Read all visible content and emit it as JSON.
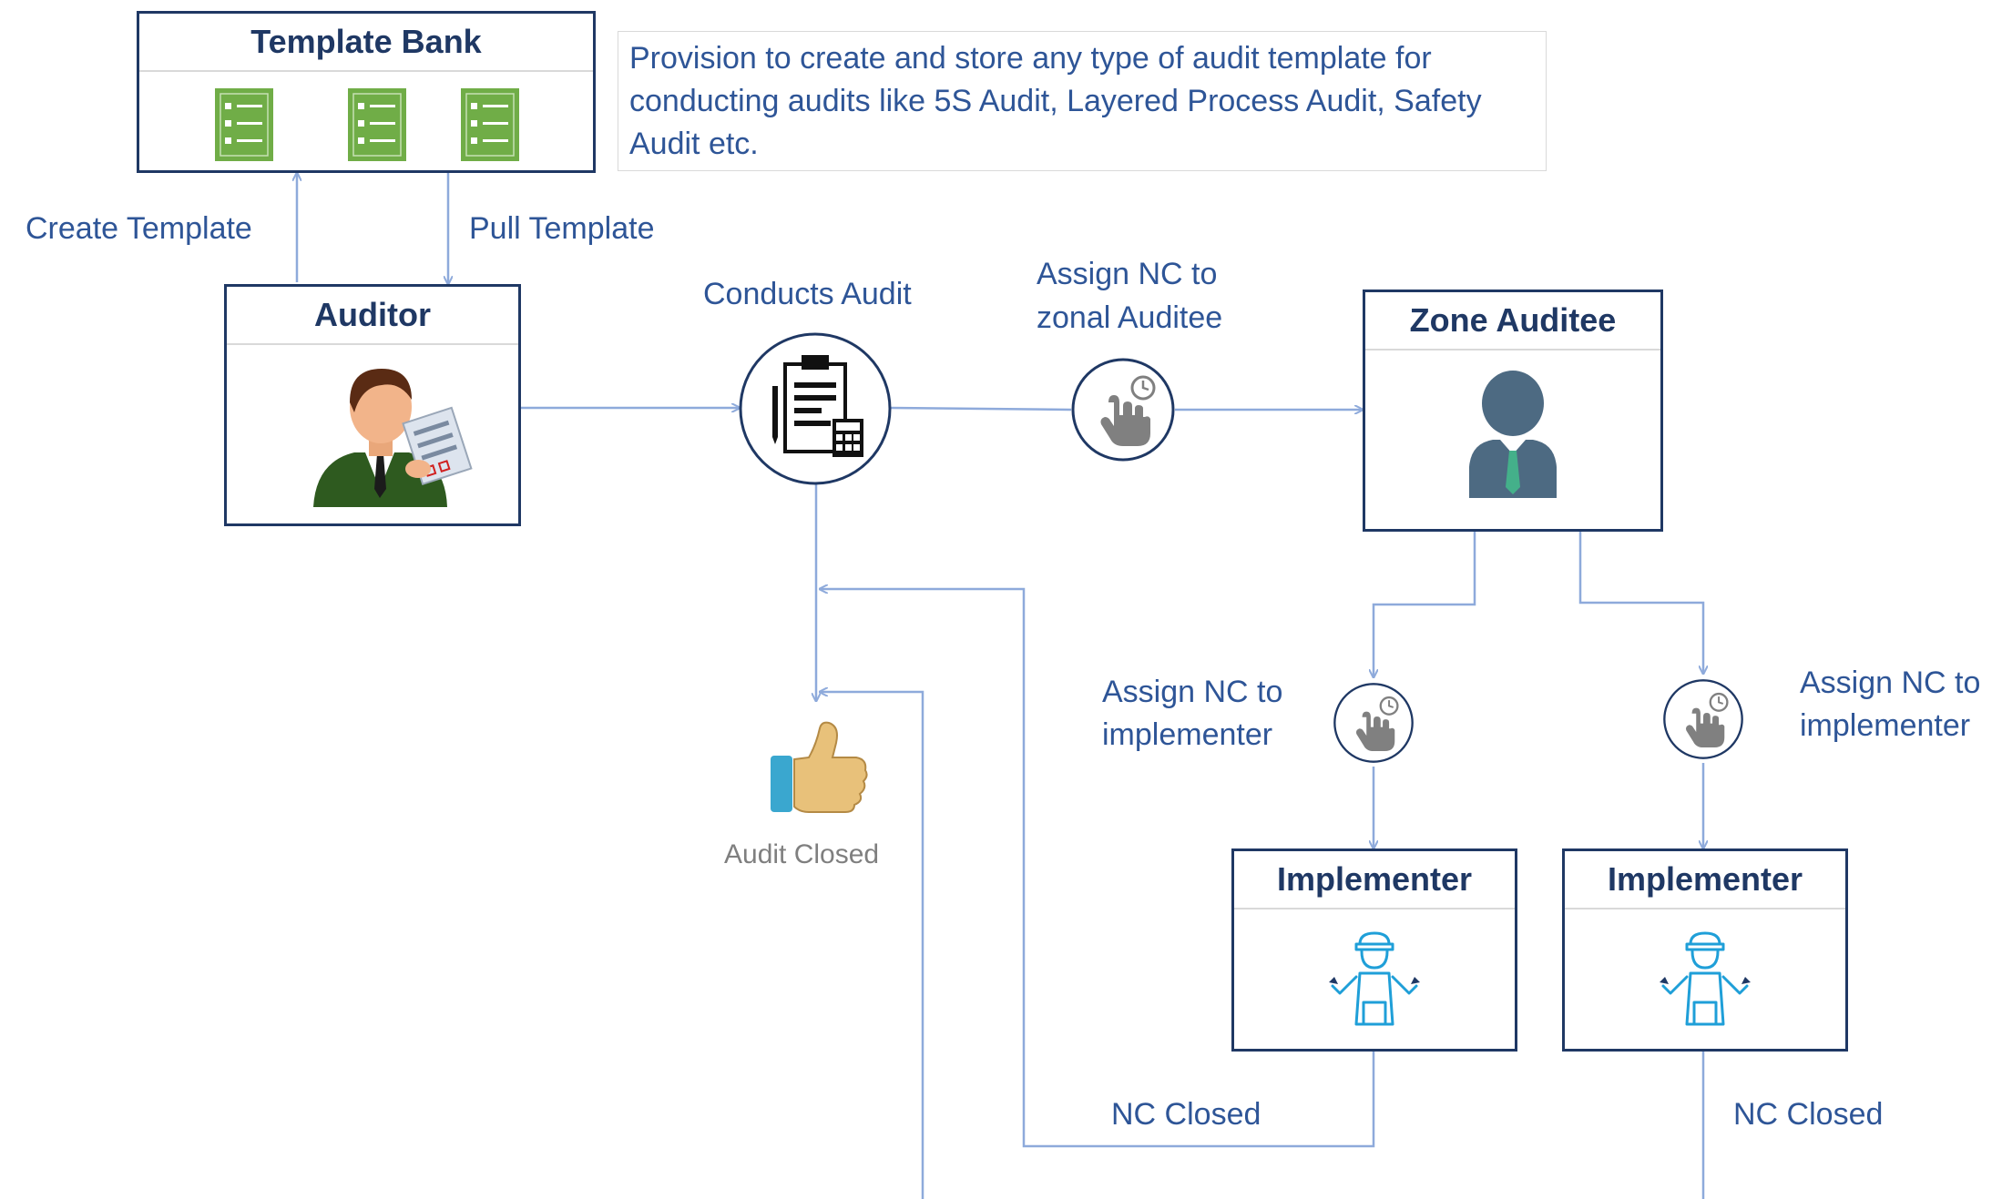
{
  "boxes": {
    "template_bank": "Template Bank",
    "auditor": "Auditor",
    "zone_auditee": "Zone Auditee",
    "implementer_left": "Implementer",
    "implementer_right": "Implementer"
  },
  "note": "Provision to create and store any type of audit template for conducting  audits like 5S Audit, Layered Process Audit, Safety Audit etc.",
  "labels": {
    "create_template": "Create Template",
    "pull_template": "Pull Template",
    "conducts_audit": "Conducts Audit",
    "assign_zonal_1": "Assign NC to",
    "assign_zonal_2": "zonal Auditee",
    "assign_impl_left_1": "Assign NC to",
    "assign_impl_left_2": "implementer",
    "assign_impl_right_1": "Assign NC to",
    "assign_impl_right_2": "implementer",
    "audit_closed": "Audit Closed",
    "nc_closed_left": "NC Closed",
    "nc_closed_right": "NC Closed"
  },
  "icons": [
    "template-list-icon",
    "auditor-person-icon",
    "clipboard-audit-icon",
    "touch-clock-icon",
    "auditee-person-icon",
    "thumbs-up-icon",
    "worker-icon"
  ],
  "colors": {
    "border": "#1f3864",
    "text": "#2e5597",
    "connector": "#8eaadb",
    "template_green": "#70ad47"
  }
}
